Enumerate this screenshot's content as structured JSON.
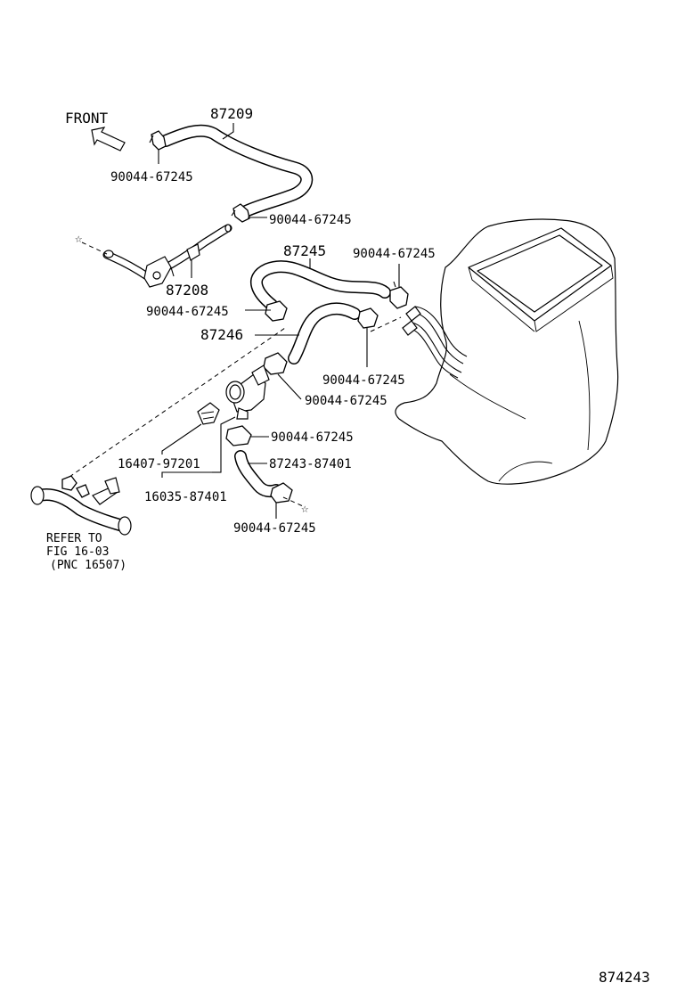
{
  "diagram": {
    "front_label": "FRONT",
    "star_symbol": "☆",
    "figure_number": "874243",
    "labels": {
      "p87209": "87209",
      "p87208": "87208",
      "p87245": "87245",
      "p87246": "87246",
      "clamp_a": "90044-67245",
      "clamp_b": "90044-67245",
      "clamp_c": "90044-67245",
      "clamp_d": "90044-67245",
      "clamp_e": "90044-67245",
      "clamp_f": "90044-67245",
      "clamp_g": "90044-67245",
      "clamp_h": "90044-67245",
      "p16407": "16407-97201",
      "p16035": "16035-87401",
      "p87243": "87243-87401"
    },
    "refer": {
      "line1": "REFER TO",
      "line2": "FIG 16-03",
      "line3": "(PNC 16507)"
    }
  }
}
